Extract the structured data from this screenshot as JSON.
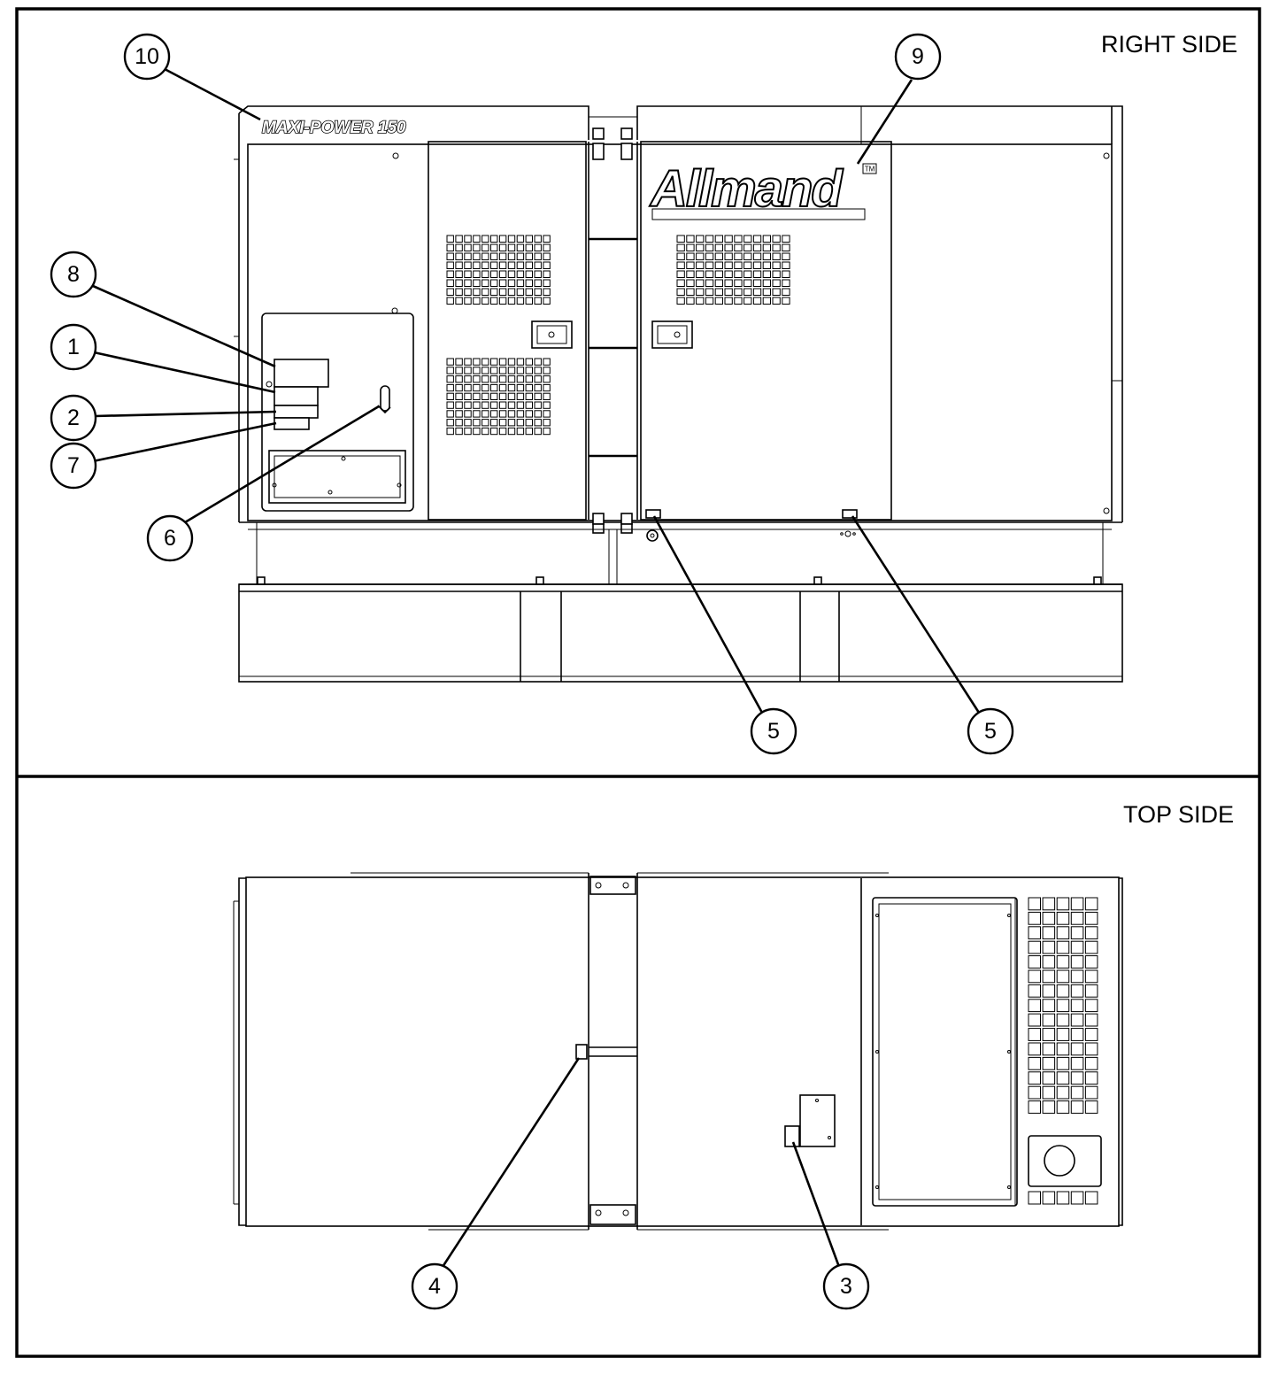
{
  "sections": {
    "right": {
      "title": "RIGHT SIDE"
    },
    "top": {
      "title": "TOP SIDE"
    }
  },
  "model_badge": "MAXI-POWER 150",
  "brand_logo": "Allmand",
  "trademark": "TM",
  "callouts": {
    "c10": "10",
    "c9": "9",
    "c8": "8",
    "c1": "1",
    "c2": "2",
    "c7": "7",
    "c6": "6",
    "c5a": "5",
    "c5b": "5",
    "c4": "4",
    "c3": "3"
  }
}
